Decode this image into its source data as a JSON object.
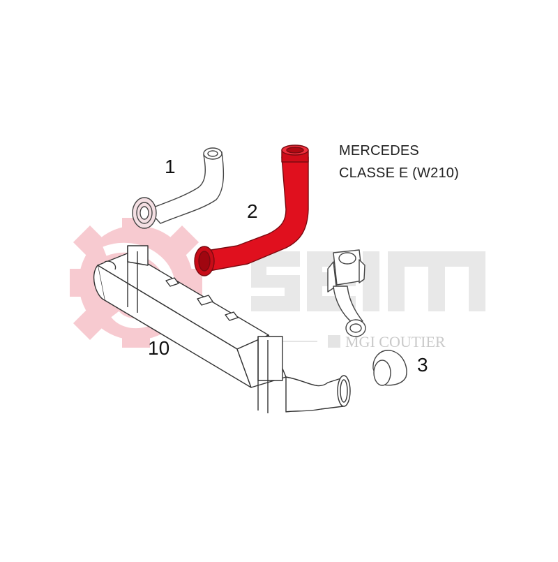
{
  "title": {
    "line1": "MERCEDES",
    "line2": "CLASSE E (W210)"
  },
  "callouts": {
    "part1": "1",
    "part2": "2",
    "part3": "3",
    "part10": "10"
  },
  "watermark": {
    "brand": "Seim",
    "company": "MGI COUTIER",
    "color": "#f2a9b2"
  },
  "colors": {
    "highlight": "#e0101e",
    "outline": "#333333",
    "watermark_grey": "#d9d9d9"
  }
}
